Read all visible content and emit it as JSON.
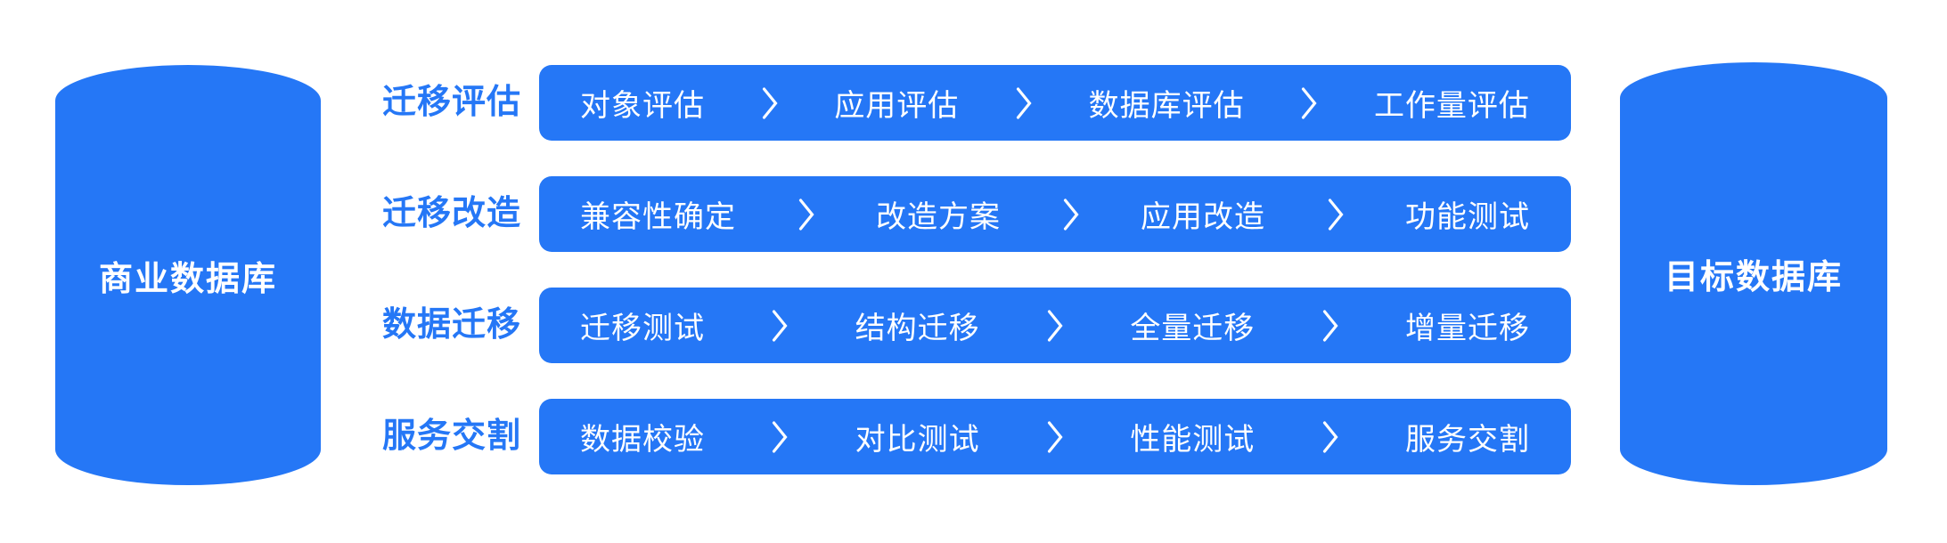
{
  "colors": {
    "accent": "#2577f6",
    "text_on_accent": "#ffffff",
    "background": "#ffffff"
  },
  "source_database": {
    "label": "商业数据库"
  },
  "target_database": {
    "label": "目标数据库"
  },
  "phases": [
    {
      "label": "迁移评估",
      "steps": [
        "对象评估",
        "应用评估",
        "数据库评估",
        "工作量评估"
      ]
    },
    {
      "label": "迁移改造",
      "steps": [
        "兼容性确定",
        "改造方案",
        "应用改造",
        "功能测试"
      ]
    },
    {
      "label": "数据迁移",
      "steps": [
        "迁移测试",
        "结构迁移",
        "全量迁移",
        "增量迁移"
      ]
    },
    {
      "label": "服务交割",
      "steps": [
        "数据校验",
        "对比测试",
        "性能测试",
        "服务交割"
      ]
    }
  ],
  "icons": {
    "step_separator": "chevron-right"
  }
}
